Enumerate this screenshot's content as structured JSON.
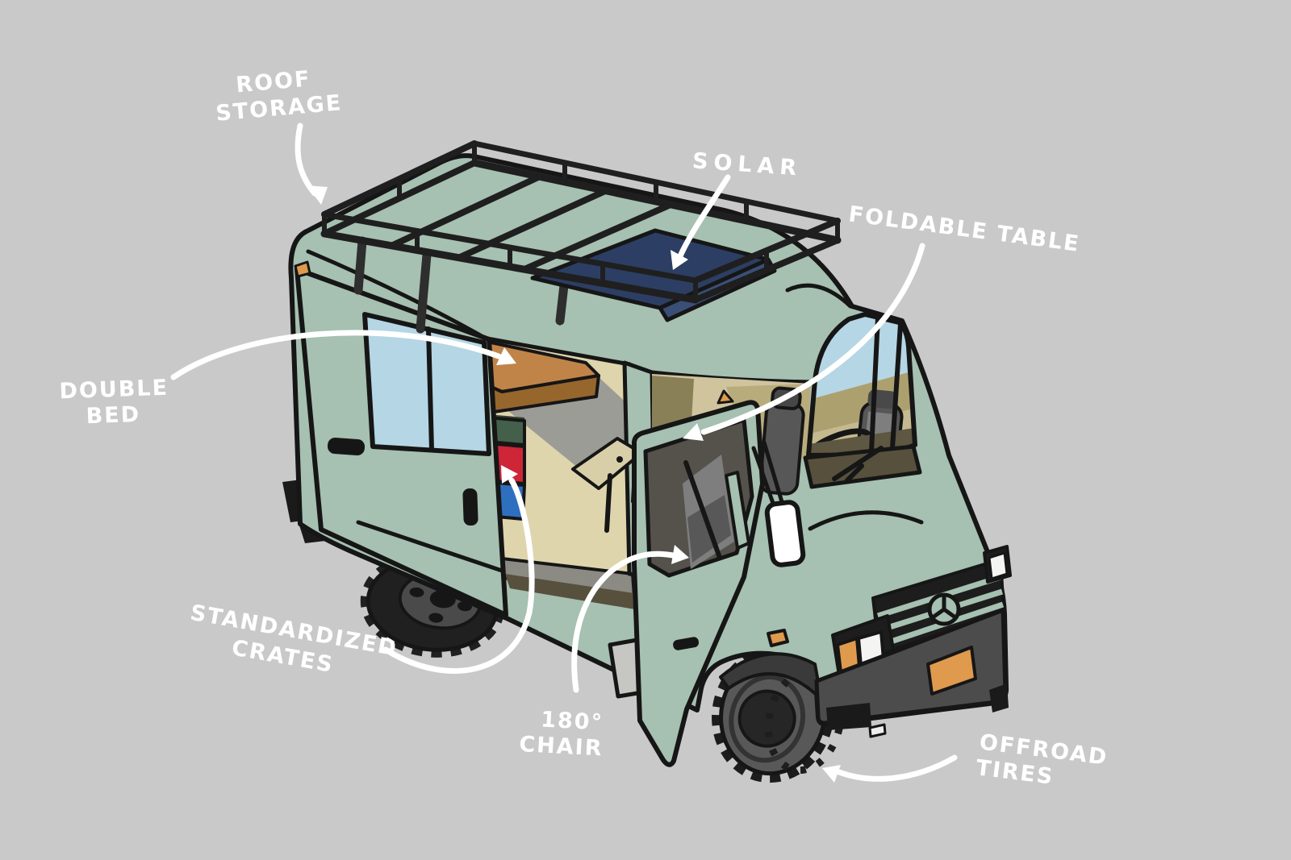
{
  "scene": {
    "background_color": "#c9c9c9",
    "annotation_color": "#ffffff",
    "description": "Hand-drawn illustration of a camper van conversion with labeled features"
  },
  "van": {
    "body_color": "#a6c0b1",
    "outline_color": "#161616",
    "window_color": "#b5d6e4",
    "solar_panel_color": "#2c3e63",
    "solar_panel_edge_color": "#3a4f76",
    "roof_rack_color": "#1f1f1f",
    "bed_color": "#c08448",
    "bed_side_color": "#96662d",
    "crate_colors": [
      "#44604a",
      "#ce2537",
      "#2f6fc0"
    ],
    "interior_wall_color": "#ded5ad",
    "interior_gray_color": "#9c9c96",
    "cab_wall_color": "#cfc49e",
    "tire_color": "#202020",
    "bumper_color": "#4c4c4c",
    "accent_orange": "#df9a4d"
  },
  "labels": {
    "roof_storage": {
      "lines": [
        "ROOF",
        "STORAGE"
      ]
    },
    "solar": {
      "lines": [
        "SOLAR"
      ]
    },
    "foldable_table": {
      "lines": [
        "FOLDABLE TABLE"
      ]
    },
    "double_bed": {
      "lines": [
        "DOUBLE",
        "BED"
      ]
    },
    "standardized_crates": {
      "lines": [
        "STANDARDIZED",
        "CRATES"
      ]
    },
    "chair_180": {
      "lines": [
        "180°",
        "CHAIR"
      ]
    },
    "offroad_tires": {
      "lines": [
        "OFFROAD",
        "TIRES"
      ]
    }
  }
}
